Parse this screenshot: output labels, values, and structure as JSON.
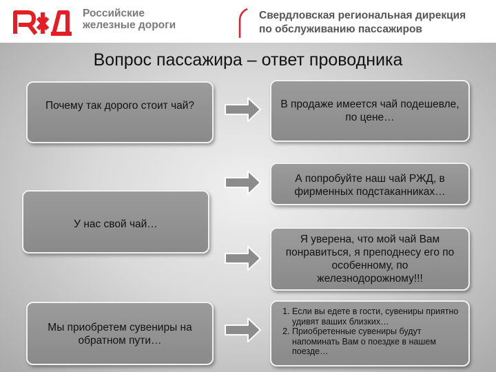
{
  "header": {
    "logo_letters": "РЖД",
    "logo_line1": "Российские",
    "logo_line2": "железные дороги",
    "dept_line1": "Свердловская региональная дирекция",
    "dept_line2": "по обслуживанию пассажиров",
    "brand_color": "#e31e24"
  },
  "slide": {
    "title": "Вопрос пассажира – ответ проводника",
    "questions": [
      "Почему так дорого стоит чай?",
      "У нас свой чай…",
      "Мы приобретем сувениры на обратном пути…"
    ],
    "answers": [
      "В продаже имеется чай подешевле, по цене…",
      "А попробуйте наш чай РЖД, в фирменных подстаканниках…",
      "Я уверена, что мой чай Вам понравиться, я преподнесу его по особенному, по железнодорожному!!!"
    ],
    "souvenir_answers": [
      "Если вы едете в гости, сувениры приятно удивят ваших близких…",
      "Приобретенные сувениры будут напоминать Вам о поездке в нашем поезде…"
    ]
  }
}
